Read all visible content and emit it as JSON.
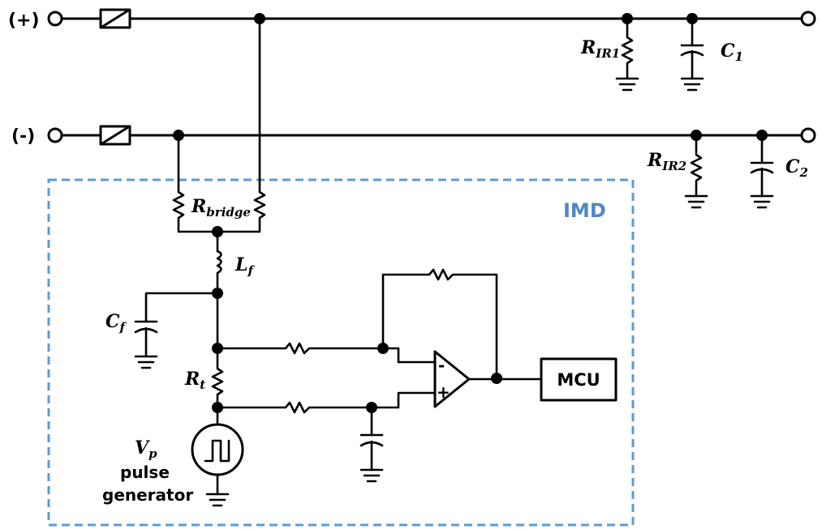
{
  "terminals": {
    "positive": "(+)",
    "negative": "(-)"
  },
  "imd": {
    "label": "IMD",
    "border_color": "#5b9bd5",
    "label_color": "#4f86c6"
  },
  "components": {
    "r_ir1": {
      "main": "R",
      "sub": "IR1"
    },
    "c1": {
      "main": "C",
      "sub": "1"
    },
    "r_ir2": {
      "main": "R",
      "sub": "IR2"
    },
    "c2": {
      "main": "C",
      "sub": "2"
    },
    "r_bridge": {
      "main": "R",
      "sub": "bridge"
    },
    "l_f": {
      "main": "L",
      "sub": "f"
    },
    "c_f": {
      "main": "C",
      "sub": "f"
    },
    "r_t": {
      "main": "R",
      "sub": "t"
    },
    "v_p": {
      "main": "V",
      "sub": "p"
    }
  },
  "opamp": {
    "minus": "-",
    "plus": "+"
  },
  "mcu": {
    "label": "MCU"
  },
  "pulse_generator": {
    "line1": "pulse",
    "line2": "generator"
  }
}
